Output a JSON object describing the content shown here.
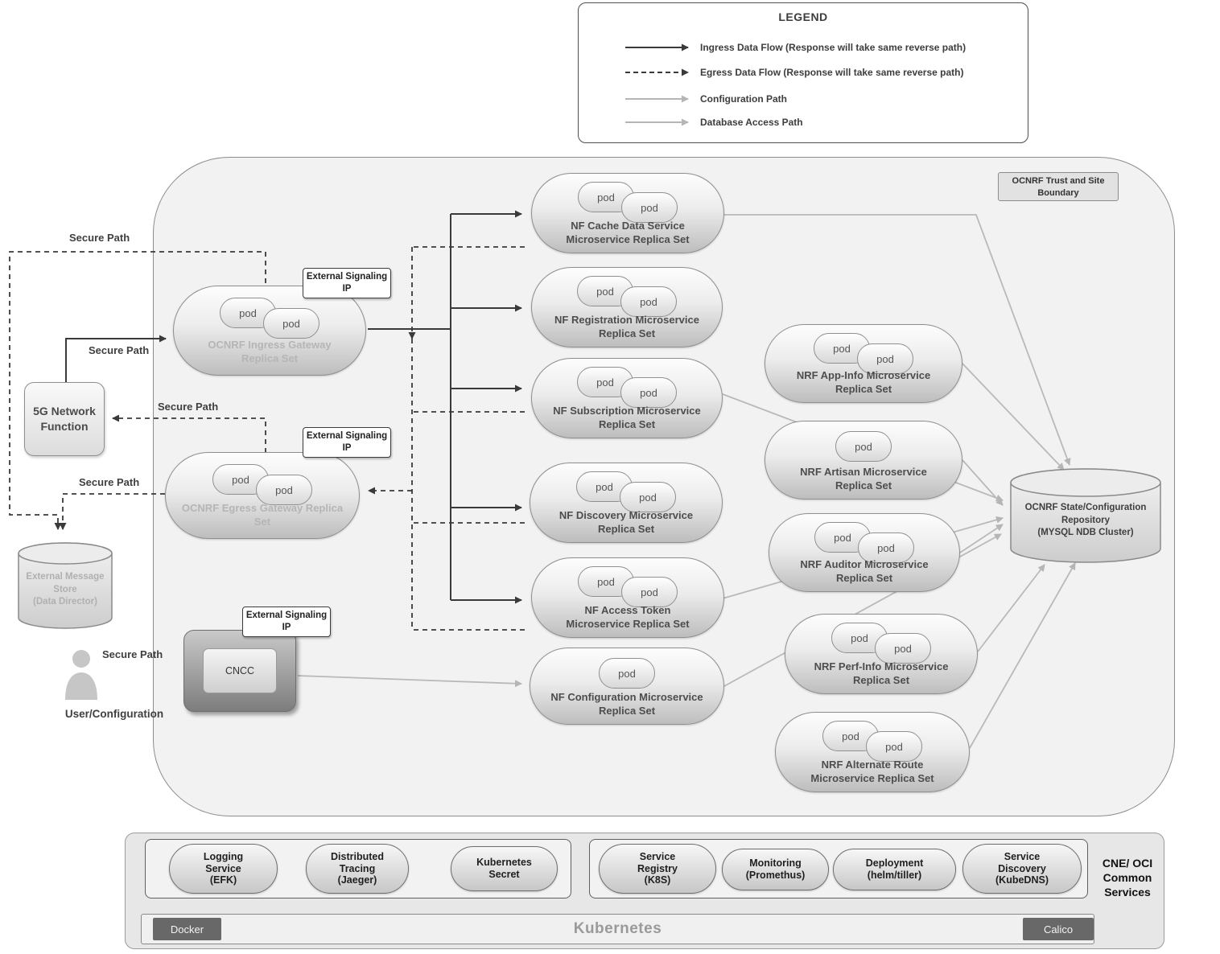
{
  "legend": {
    "title": "LEGEND",
    "items": [
      {
        "style": "solid-dark",
        "label": "Ingress Data Flow (Response will take same reverse path)"
      },
      {
        "style": "dashed-dark",
        "label": "Egress Data Flow (Response will take same reverse path)"
      },
      {
        "style": "solid-gray",
        "label": "Configuration Path"
      },
      {
        "style": "solid-gray",
        "label": "Database Access Path"
      }
    ]
  },
  "boundary_label": "OCNRF Trust and Site\nBoundary",
  "pod": "pod",
  "secure_path": "Secure Path",
  "ext_sig_ip": "External Signaling\nIP",
  "colors": {
    "ingress_flow": "#3a3a3a",
    "config_flow": "#b9b9b9"
  },
  "nodes": {
    "five_g": "5G Network\nFunction",
    "msg_store": "External Message\nStore\n(Data Director)",
    "user": "User/Configuration",
    "ingress": "OCNRF Ingress Gateway\nReplica Set",
    "egress": "OCNRF Egress Gateway Replica\nSet",
    "cncc": "CNCC",
    "ms_cache": "NF Cache Data Service\nMicroservice Replica Set",
    "ms_reg": "NF Registration Microservice\nReplica Set",
    "ms_sub": "NF Subscription Microservice\nReplica Set",
    "ms_disc": "NF Discovery Microservice\nReplica Set",
    "ms_token": "NF Access Token\nMicroservice Replica Set",
    "ms_config": "NF Configuration Microservice\nReplica Set",
    "ms_appinfo": "NRF App-Info Microservice\nReplica Set",
    "ms_artisan": "NRF Artisan Microservice\nReplica Set",
    "ms_auditor": "NRF Auditor Microservice\nReplica Set",
    "ms_perfinfo": "NRF Perf-Info Microservice\nReplica Set",
    "ms_altroute": "NRF Alternate Route\nMicroservice Replica Set",
    "db": "OCNRF State/Configuration\nRepository\n(MYSQL NDB Cluster)"
  },
  "platform": {
    "logging": "Logging\nService\n(EFK)",
    "tracing": "Distributed\nTracing\n(Jaeger)",
    "secret": "Kubernetes\nSecret",
    "registry": "Service\nRegistry\n(K8S)",
    "monitoring": "Monitoring\n(Promethus)",
    "deployment": "Deployment\n(helm/tiller)",
    "discovery": "Service\nDiscovery\n(KubeDNS)",
    "cne": "CNE/ OCI\nCommon\nServices",
    "kubernetes": "Kubernetes",
    "docker": "Docker",
    "calico": "Calico"
  }
}
